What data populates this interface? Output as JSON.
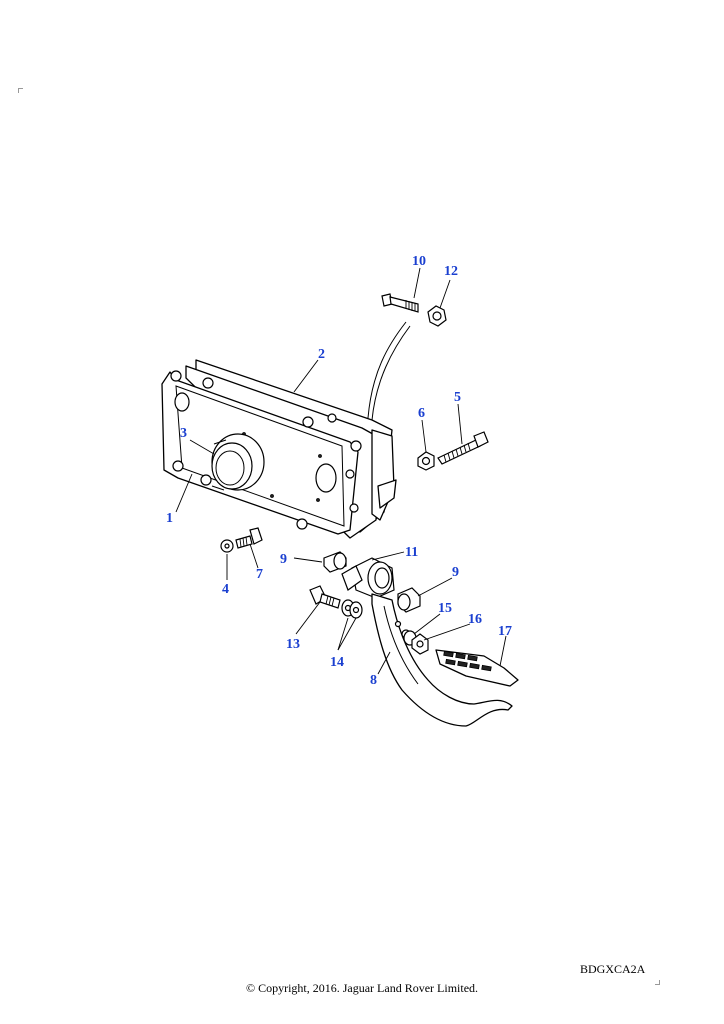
{
  "callouts": [
    "1",
    "2",
    "3",
    "4",
    "5",
    "6",
    "7",
    "8",
    "9",
    "9",
    "10",
    "11",
    "12",
    "13",
    "14",
    "15",
    "16",
    "17"
  ],
  "diagram_code": "BDGXCA2A",
  "copyright": "© Copyright, 2016. Jaguar Land Rover Limited."
}
